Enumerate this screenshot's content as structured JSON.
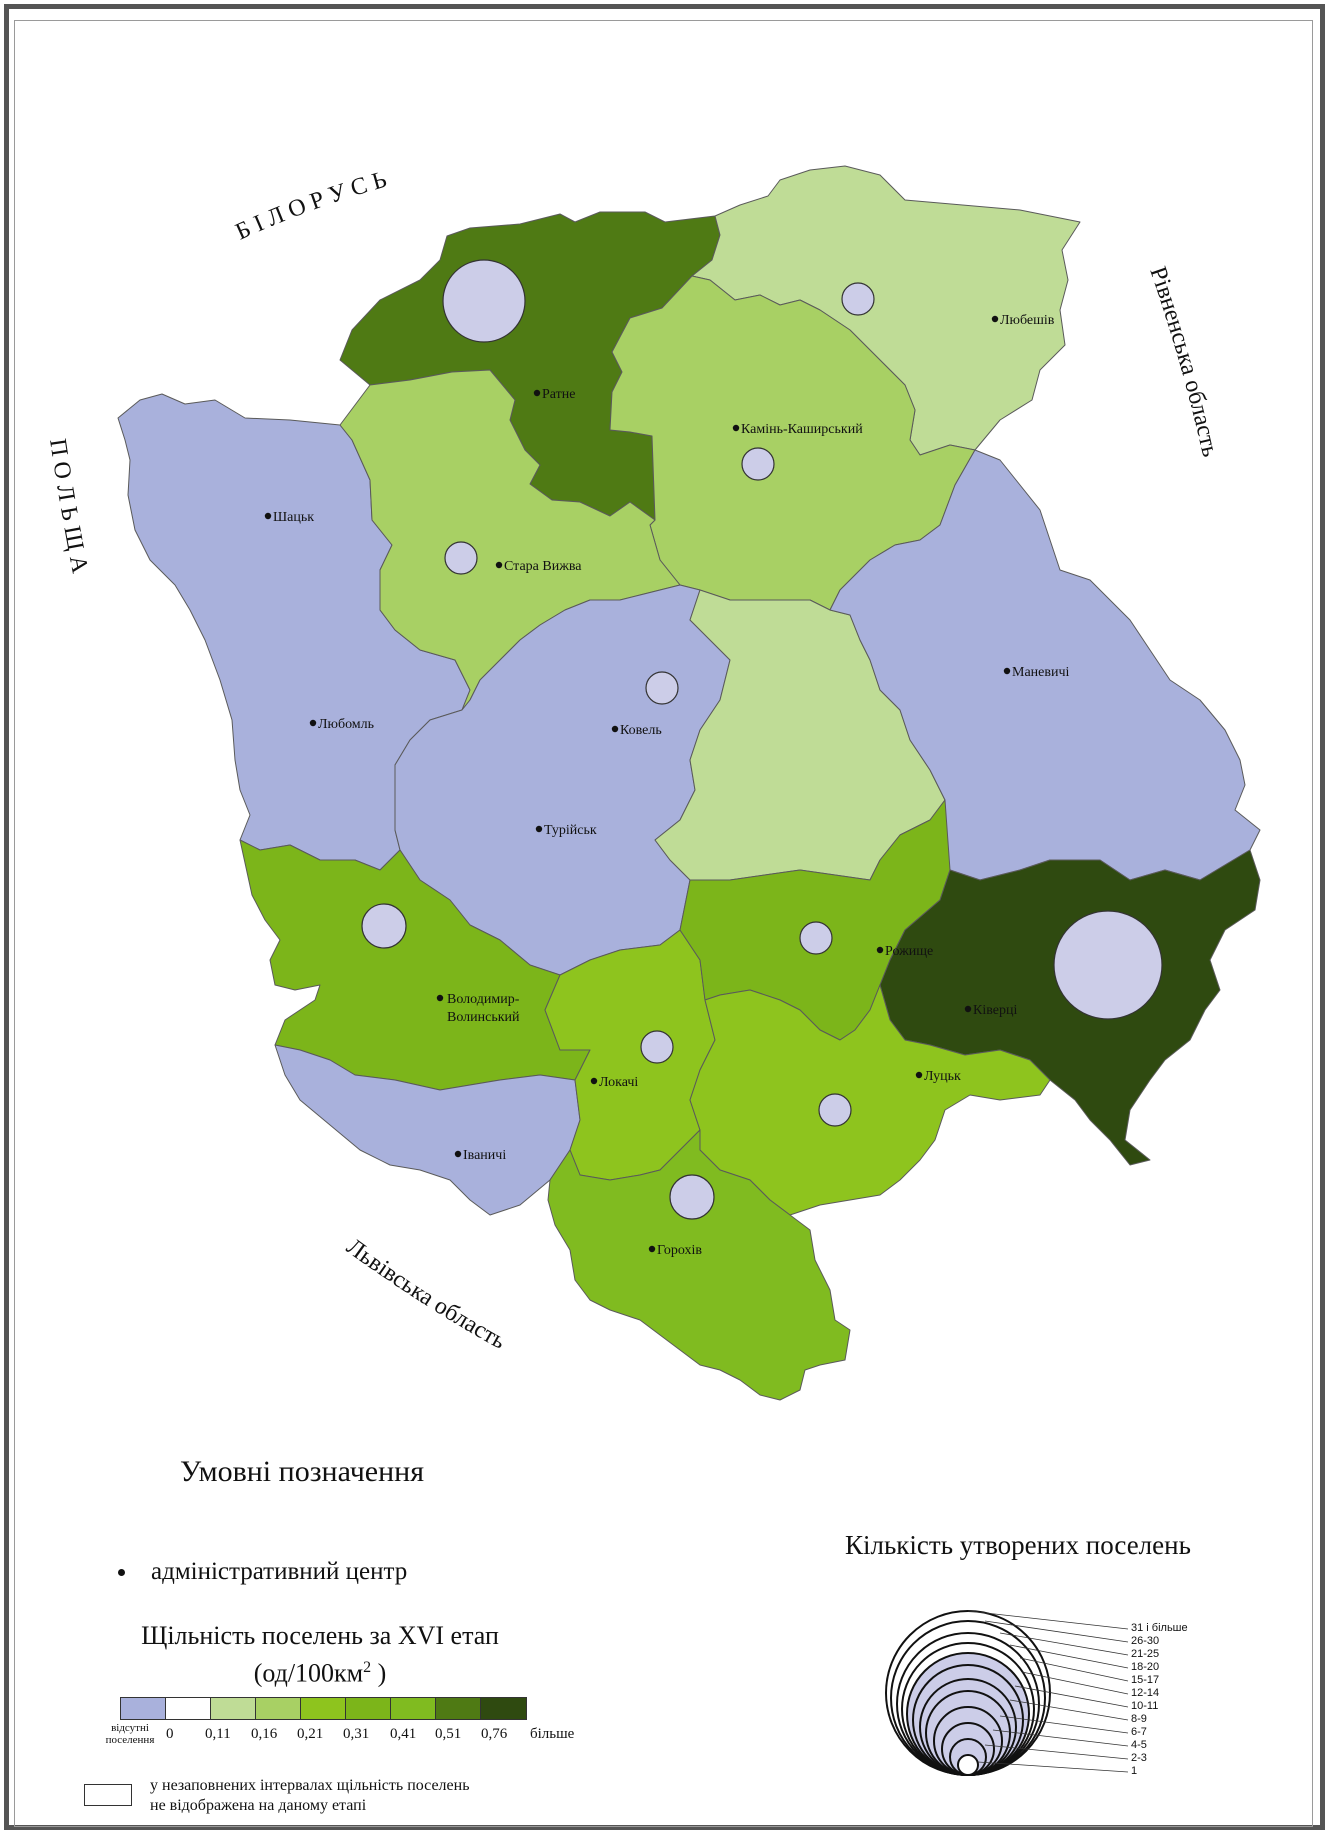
{
  "map": {
    "neighbors": {
      "north": "Б І Л О Р У С Ь",
      "west": "П О Л Ь Щ А",
      "east": "Рівненська область",
      "south": "Львівська область"
    },
    "towns": [
      {
        "name": "Ратне"
      },
      {
        "name": "Любешів"
      },
      {
        "name": "Камінь-Каширський"
      },
      {
        "name": "Шацьк"
      },
      {
        "name": "Стара Вижва"
      },
      {
        "name": "Маневичі"
      },
      {
        "name": "Любомль"
      },
      {
        "name": "Ковель"
      },
      {
        "name": "Турійськ"
      },
      {
        "name": "Рожище"
      },
      {
        "name": "Володимир-"
      },
      {
        "name": "Волинський"
      },
      {
        "name": "Ківерці"
      },
      {
        "name": "Локачі"
      },
      {
        "name": "Луцьк"
      },
      {
        "name": "Іваничі"
      },
      {
        "name": "Горохів"
      }
    ]
  },
  "legend": {
    "title": "Умовні позначення",
    "admin_center": "адміністративний центр",
    "density_title": "Щільність поселень за XVI етап",
    "density_unit_prefix": "(од/100км",
    "density_unit_sup": "2",
    "density_unit_suffix": " )",
    "scale_colors": [
      "#a9b1dc",
      "#ffffff",
      "#bfdc96",
      "#a8d064",
      "#8ec41e",
      "#7cb51a",
      "#80bb20",
      "#4f7a14",
      "#2f4a10"
    ],
    "absent_label_1": "відсутні",
    "absent_label_2": "поселення",
    "scale_labels": [
      "0",
      "0,11",
      "0,16",
      "0,21",
      "0,31",
      "0,41",
      "0,51",
      "0,76",
      "більше"
    ],
    "empty_note_1": "у незаповнених інтервалах щільність поселень",
    "empty_note_2": "не відображена на даному етапі",
    "count_title": "Кількість утворених поселень",
    "count_labels": [
      "31 і більше",
      "26-30",
      "21-25",
      "18-20",
      "15-17",
      "12-14",
      "10-11",
      "8-9",
      "6-7",
      "4-5",
      "2-3",
      "1"
    ]
  }
}
